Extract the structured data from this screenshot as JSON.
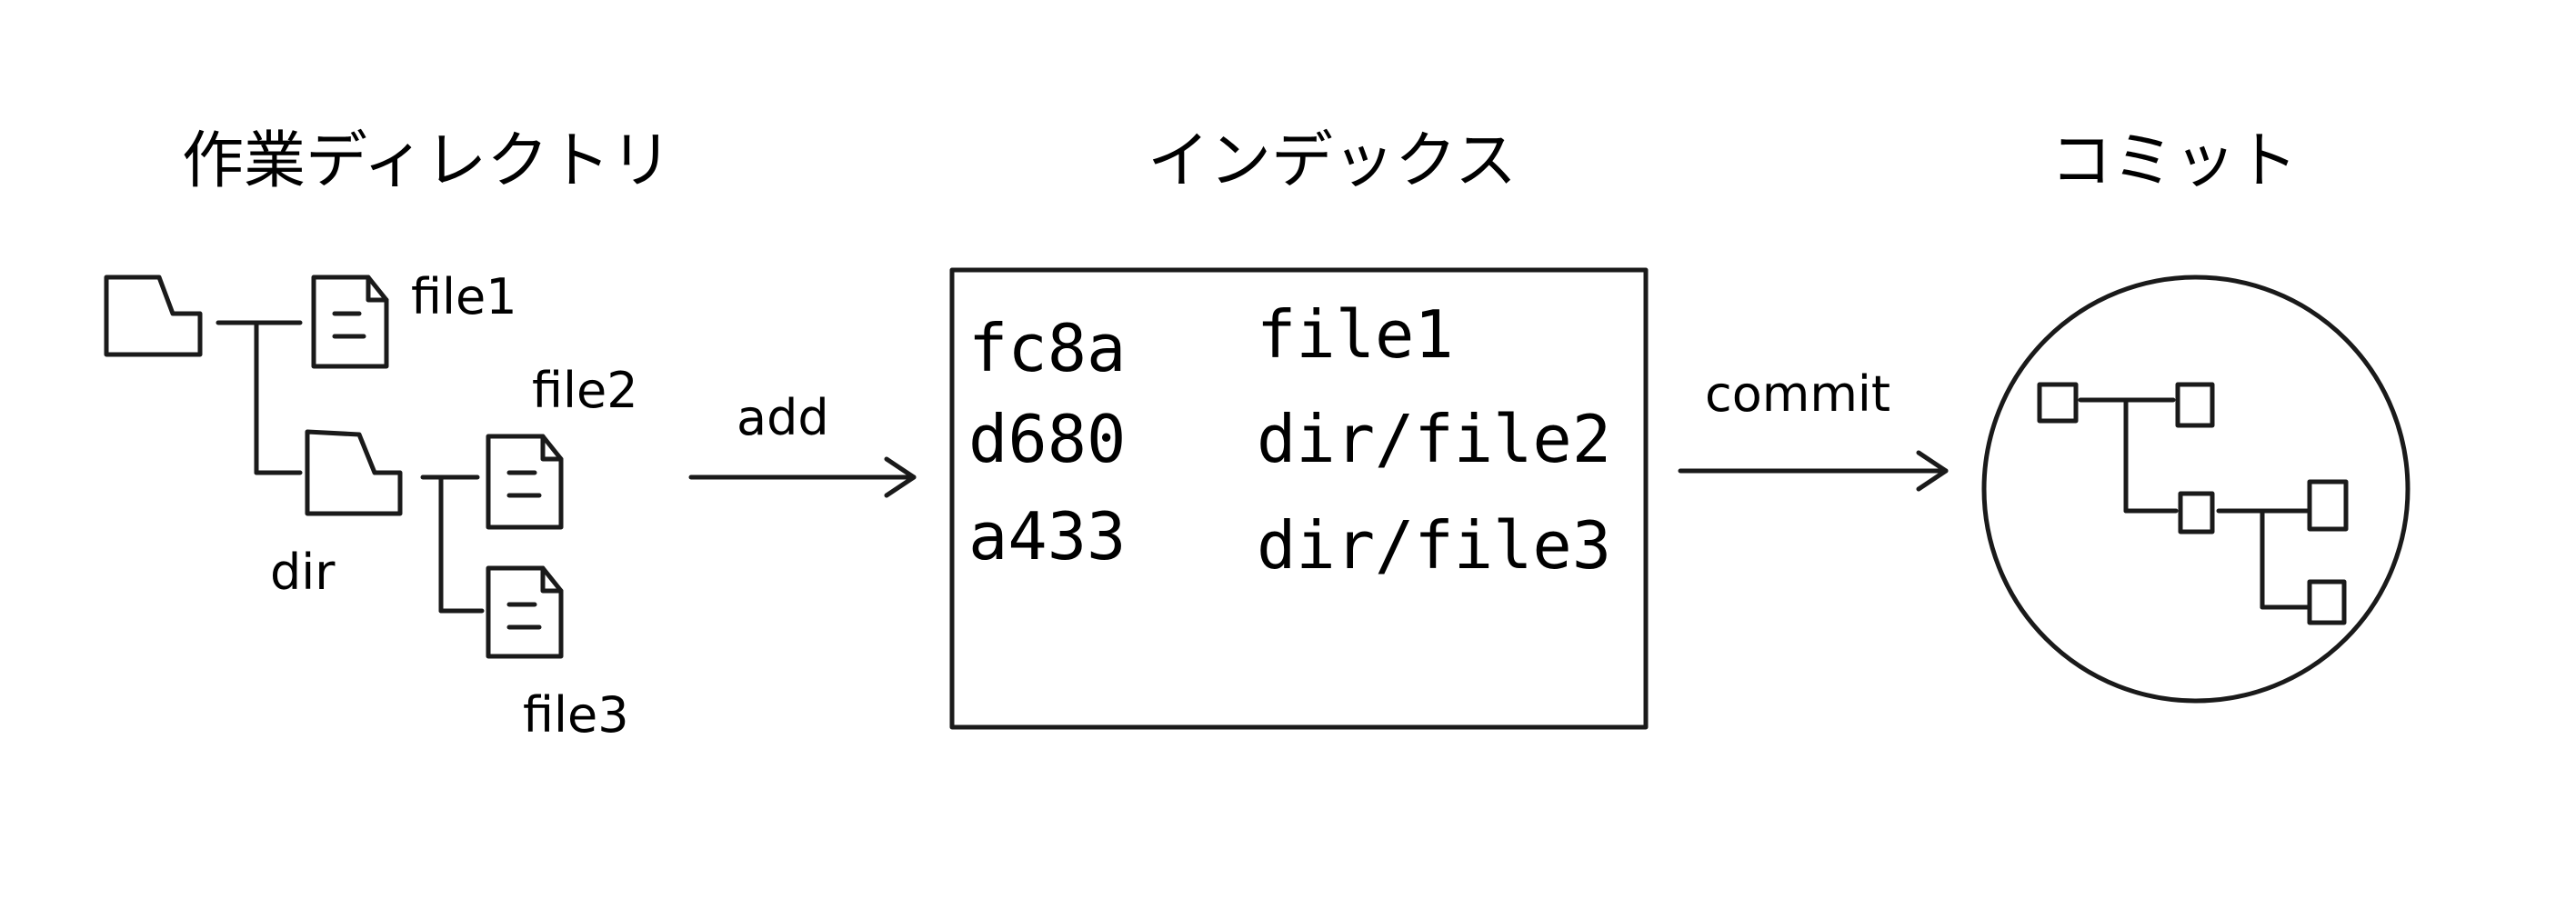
{
  "headings": {
    "working_dir": "作業ディレクトリ",
    "index": "インデックス",
    "commit": "コミット"
  },
  "tree": {
    "file1": "file1",
    "file2": "file2",
    "dir": "dir",
    "file3": "file3"
  },
  "arrows": {
    "add": "add",
    "commit": "commit"
  },
  "index_rows": [
    {
      "hash": "fc8a",
      "path": "file1"
    },
    {
      "hash": "d680",
      "path": "dir/file2"
    },
    {
      "hash": "a433",
      "path": "dir/file3"
    }
  ]
}
